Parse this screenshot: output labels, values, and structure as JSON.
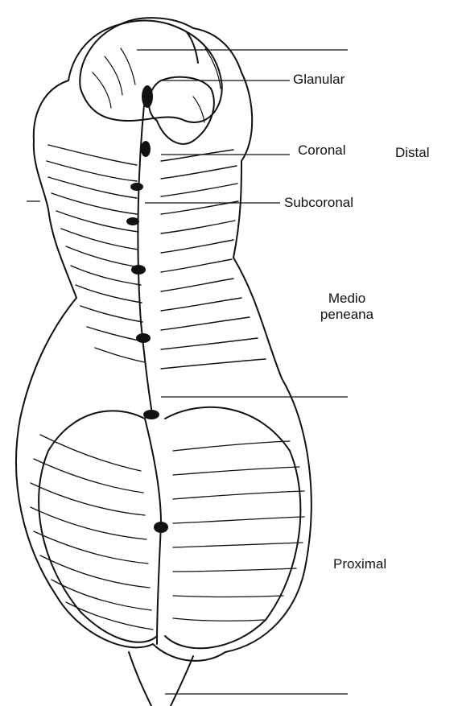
{
  "labels": {
    "glanular": "Glanular",
    "coronal": "Coronal",
    "distal": "Distal",
    "subcoronal": "Subcoronal",
    "medio_line1": "Medio",
    "medio_line2": "peneana",
    "proximal": "Proximal"
  },
  "colors": {
    "ink": "#111111",
    "background": "#ffffff"
  }
}
